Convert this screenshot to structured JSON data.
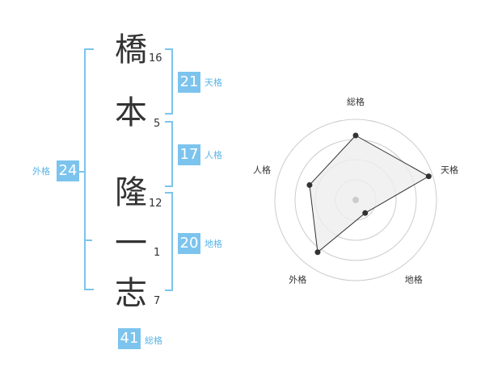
{
  "name": {
    "chars": [
      {
        "char": "橋",
        "strokes": "16"
      },
      {
        "char": "本",
        "strokes": "5"
      },
      {
        "char": "隆",
        "strokes": "12"
      },
      {
        "char": "一",
        "strokes": "1"
      },
      {
        "char": "志",
        "strokes": "7"
      }
    ]
  },
  "kakusu": {
    "tenkaku": {
      "value": "21",
      "label": "天格"
    },
    "jinkaku": {
      "value": "17",
      "label": "人格"
    },
    "chikaku": {
      "value": "20",
      "label": "地格"
    },
    "gaikaku": {
      "value": "24",
      "label": "外格"
    },
    "soukaku": {
      "value": "41",
      "label": "総格"
    }
  },
  "colors": {
    "accent": "#7cc4ee",
    "label": "#5ab4e6",
    "text": "#333333",
    "grid": "#cccccc",
    "fill": "#eeeeee"
  },
  "radar": {
    "axes": [
      "総格",
      "天格",
      "地格",
      "外格",
      "人格"
    ],
    "values": [
      0.8,
      0.95,
      0.2,
      0.8,
      0.6
    ],
    "rings": 4
  }
}
